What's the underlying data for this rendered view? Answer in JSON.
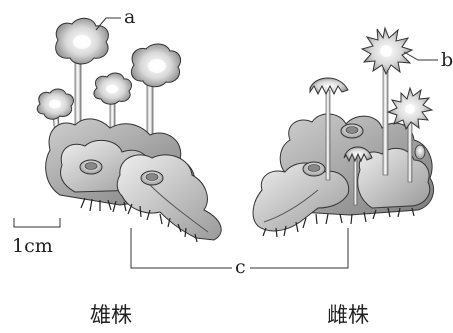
{
  "labels": {
    "a": "a",
    "b": "b",
    "c": "c"
  },
  "scale_bar": {
    "text": "1cm"
  },
  "captions": {
    "male": "雄株",
    "female": "雌株"
  }
}
